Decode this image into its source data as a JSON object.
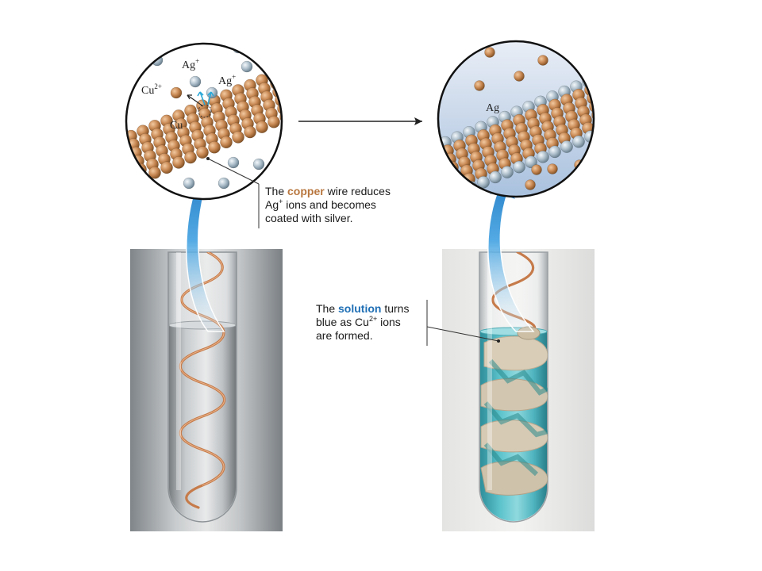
{
  "labels": {
    "ag_ion_1": "Ag",
    "ag_ion_2": "Ag",
    "ag_ion_charge": "+",
    "cu_ion": "Cu",
    "cu_ion_charge": "2+",
    "cu_metal": "Cu",
    "ag_metal": "Ag"
  },
  "callouts": {
    "copper": {
      "before": "The ",
      "highlight": "copper",
      "line1_rest": " wire reduces",
      "line2_symbol": "Ag",
      "line2_charge": "+",
      "line2_rest": " ions and becomes",
      "line3": "coated with silver."
    },
    "solution": {
      "before": "The ",
      "highlight": "solution",
      "line1_rest": " turns",
      "line2_pre": "blue as Cu",
      "line2_charge": "2+",
      "line2_rest": " ions",
      "line3": "are formed."
    }
  },
  "colors": {
    "copper": "#c98a55",
    "silver": "#a9bcc9",
    "solution_blue": "#3fa9b8",
    "arrow_blue": "#2b8fd6",
    "highlight_copper": "#b8763e",
    "highlight_solution": "#1f6fb5"
  }
}
